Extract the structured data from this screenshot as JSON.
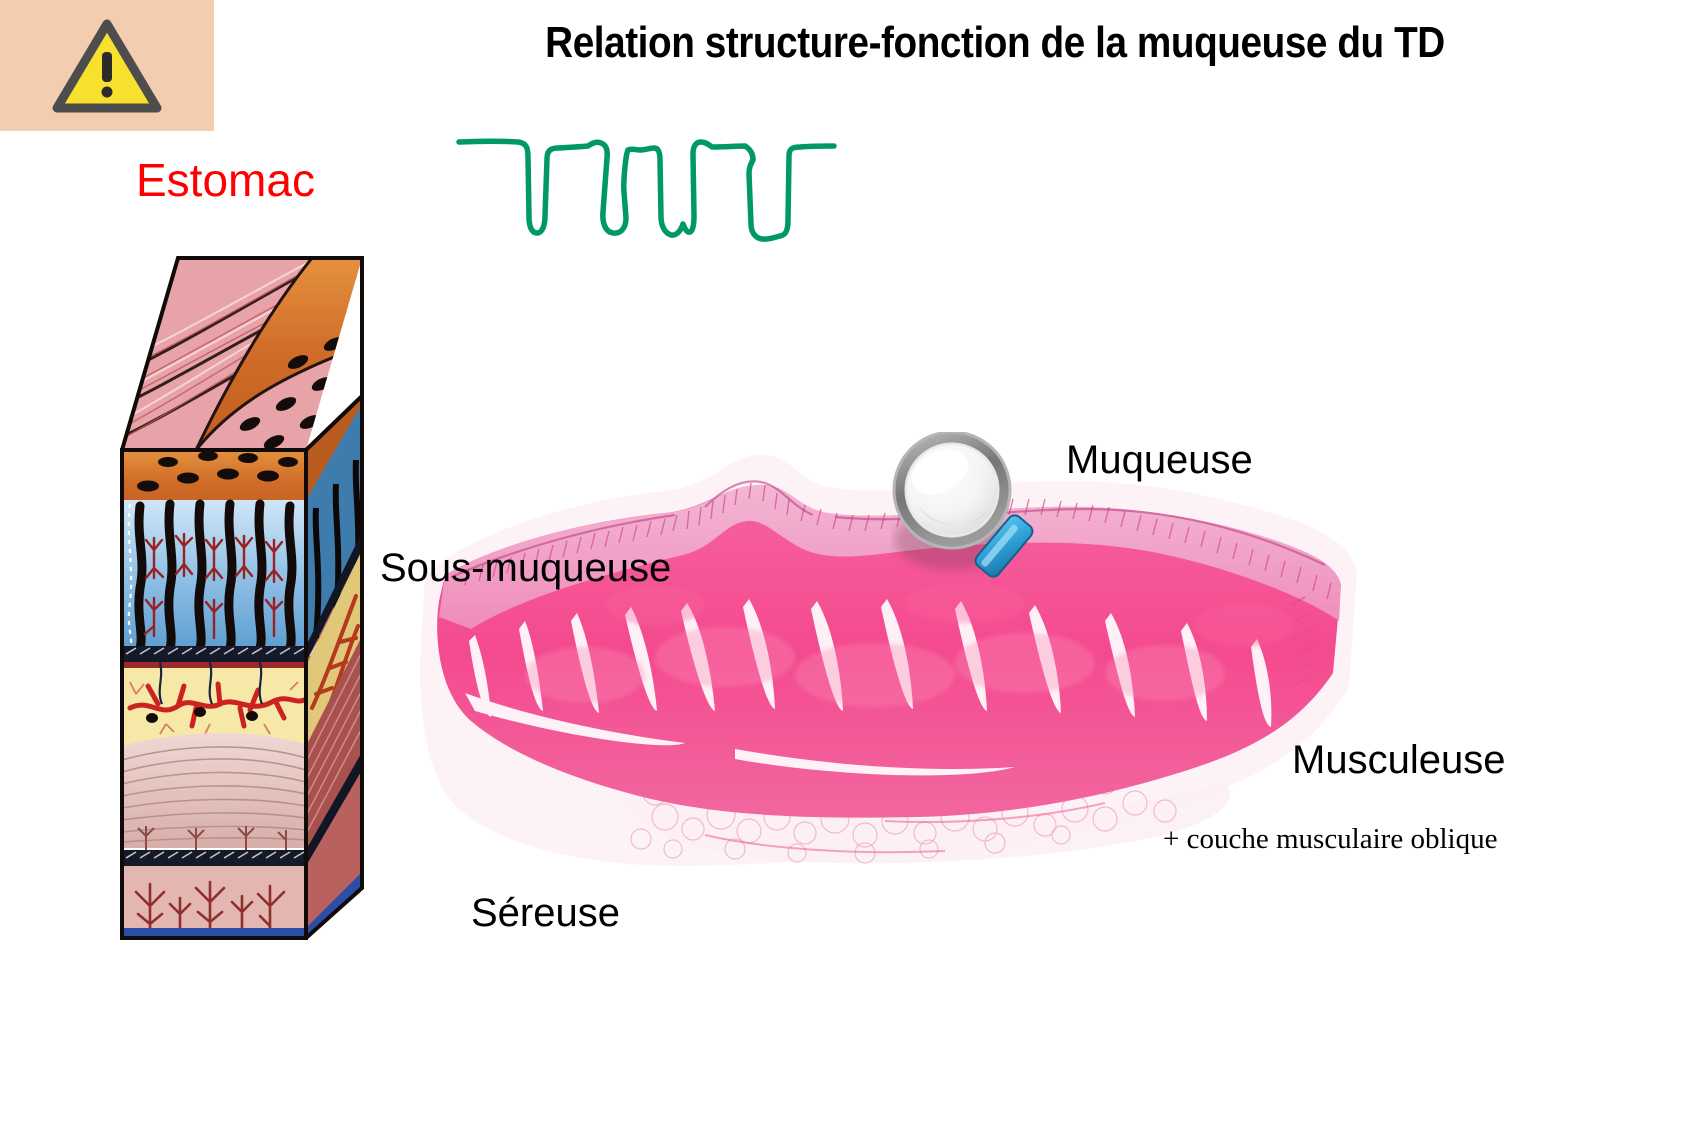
{
  "slide": {
    "title": "Relation structure-fonction de la muqueuse du TD",
    "organ_label": "Estomac",
    "organ_label_color": "#ff0000",
    "background_color": "#ffffff"
  },
  "warning_badge": {
    "icon": "warning-triangle-icon",
    "background_color": "#f2cdb0",
    "triangle_fill": "#f8e02e",
    "triangle_stroke": "#4d4d4d"
  },
  "sketch": {
    "name": "gastric-pits-sketch",
    "stroke_color": "#009966",
    "description": "croquis vert des cryptes / glandes gastriques"
  },
  "anatomy_block": {
    "name": "stomach-wall-block-illustration",
    "layers": [
      {
        "label": "muqueuse",
        "color": "#d8722f"
      },
      {
        "label": "glandes",
        "color": "#9fc9e8"
      },
      {
        "label": "sous-muqueuse",
        "color": "#f2e2a0"
      },
      {
        "label": "musculeuse",
        "color": "#e3c0bc"
      },
      {
        "label": "sereuse",
        "color": "#c98a86"
      }
    ]
  },
  "histology": {
    "name": "stomach-wall-histology-section",
    "stain_color": "#f4538f",
    "mucosa_color": "#ea8fbd",
    "serosa_color": "#fbeef3"
  },
  "magnifier": {
    "name": "magnifier-tool",
    "rim_color": "#7d7d7d",
    "handle_color": "#2f9fd6",
    "lens_color": "#f2f2f2"
  },
  "labels": {
    "muqueuse": "Muqueuse",
    "sous_muqueuse": "Sous-muqueuse",
    "musculeuse": "Musculeuse",
    "sereuse": "Séreuse",
    "note_oblique": "+ couche musculaire oblique"
  }
}
